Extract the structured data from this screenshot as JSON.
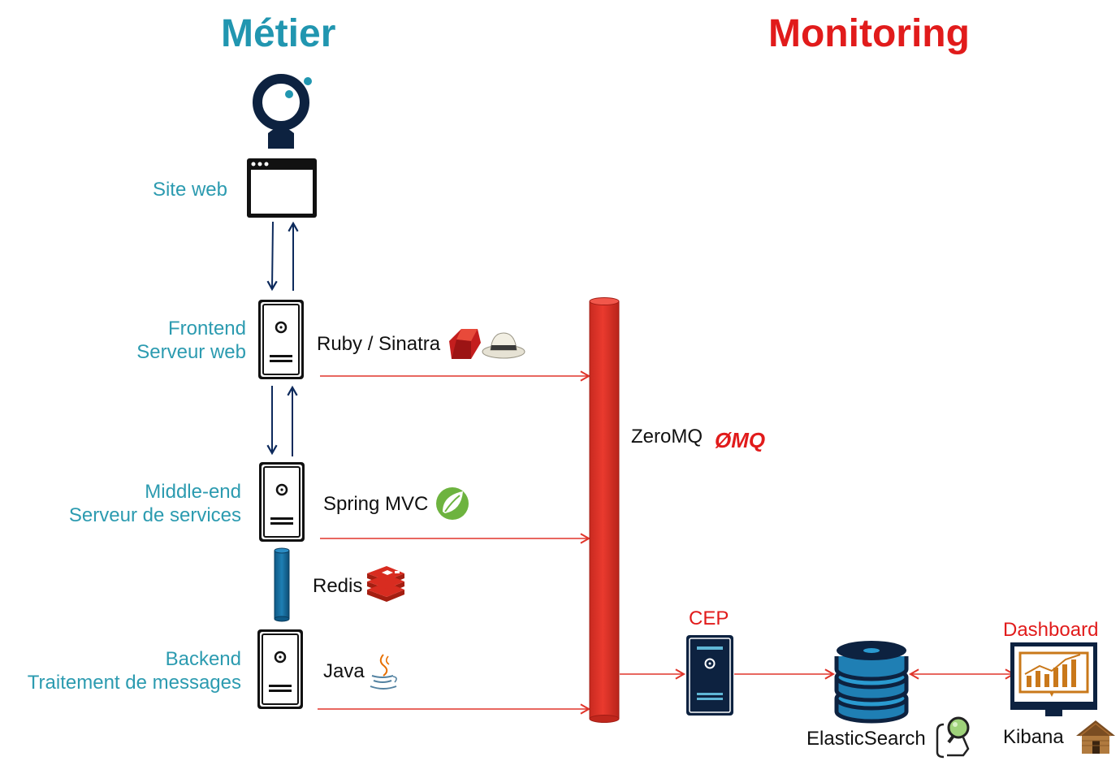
{
  "titles": {
    "left": "Métier",
    "right": "Monitoring"
  },
  "left_column": {
    "site_web": "Site web",
    "frontend_1": "Frontend",
    "frontend_2": "Serveur web",
    "middle_1": "Middle-end",
    "middle_2": "Serveur de services",
    "backend_1": "Backend",
    "backend_2": "Traitement de messages"
  },
  "technologies": {
    "ruby": "Ruby / Sinatra",
    "spring": "Spring MVC",
    "redis": "Redis",
    "java": "Java",
    "zeromq": "ZeroMQ",
    "zeromq_logo": "ØMQ",
    "elasticsearch": "ElasticSearch",
    "kibana": "Kibana"
  },
  "monitoring": {
    "cep": "CEP",
    "dashboard": "Dashboard"
  },
  "colors": {
    "metier": "#2196b0",
    "monitoring": "#e11b1b",
    "teal_label": "#2c9bb0",
    "navy": "#0d2a5c",
    "arrow_red": "#e0352b",
    "bus_red": "#e0352b",
    "server_body": "#ffffff",
    "cep_body": "#0d2240",
    "redis_blue": "#1a6fa0"
  },
  "icons": [
    "user-icon",
    "browser-icon",
    "server-icon",
    "ruby-icon",
    "sinatra-hat-icon",
    "spring-icon",
    "redis-icon",
    "java-icon",
    "zeromq-icon",
    "database-icon",
    "dashboard-monitor-icon",
    "elasticsearch-search-icon",
    "kibana-hut-icon"
  ]
}
